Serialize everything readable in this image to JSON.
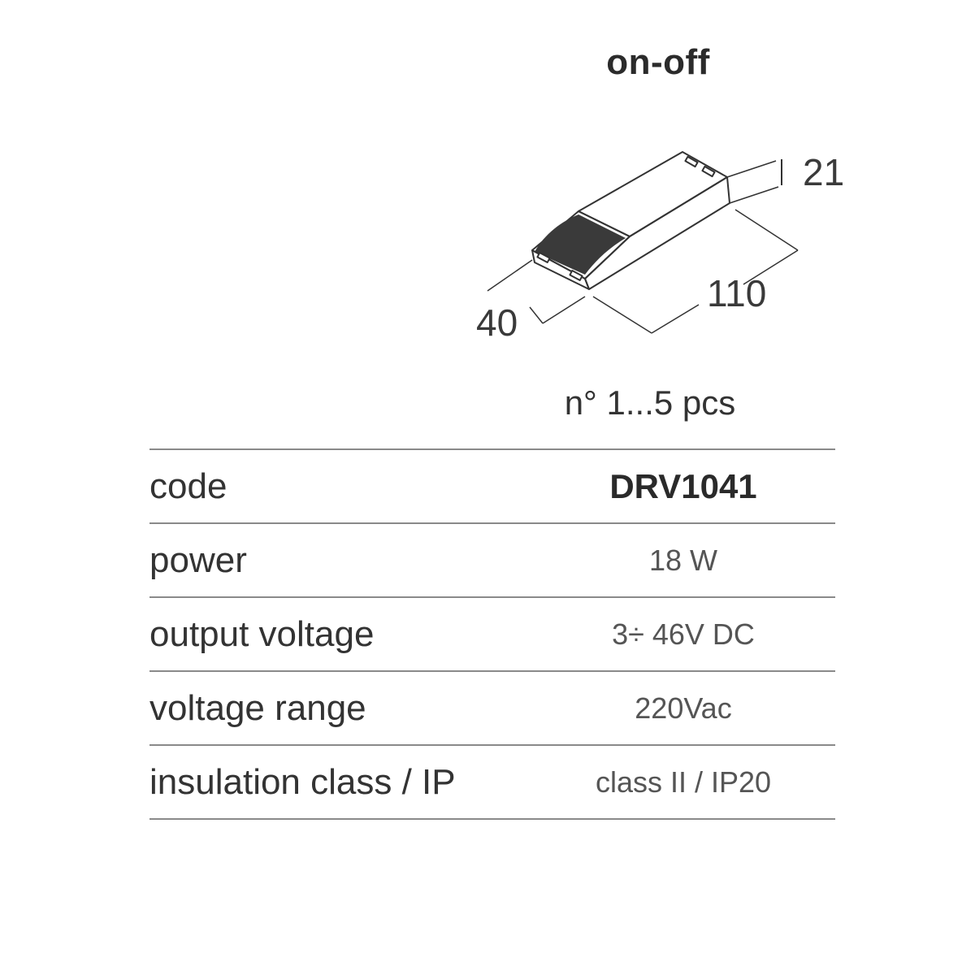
{
  "title": "on-off",
  "dimensions": {
    "height": "21",
    "length": "110",
    "width": "40"
  },
  "quantity": "n° 1...5 pcs",
  "specs": [
    {
      "label": "code",
      "value": "DRV1041"
    },
    {
      "label": "power",
      "value": "18 W"
    },
    {
      "label": "output voltage",
      "value": "3÷ 46V DC"
    },
    {
      "label": "voltage range",
      "value": "220Vac"
    },
    {
      "label": "insulation class / IP",
      "value": "class II / IP20"
    }
  ]
}
